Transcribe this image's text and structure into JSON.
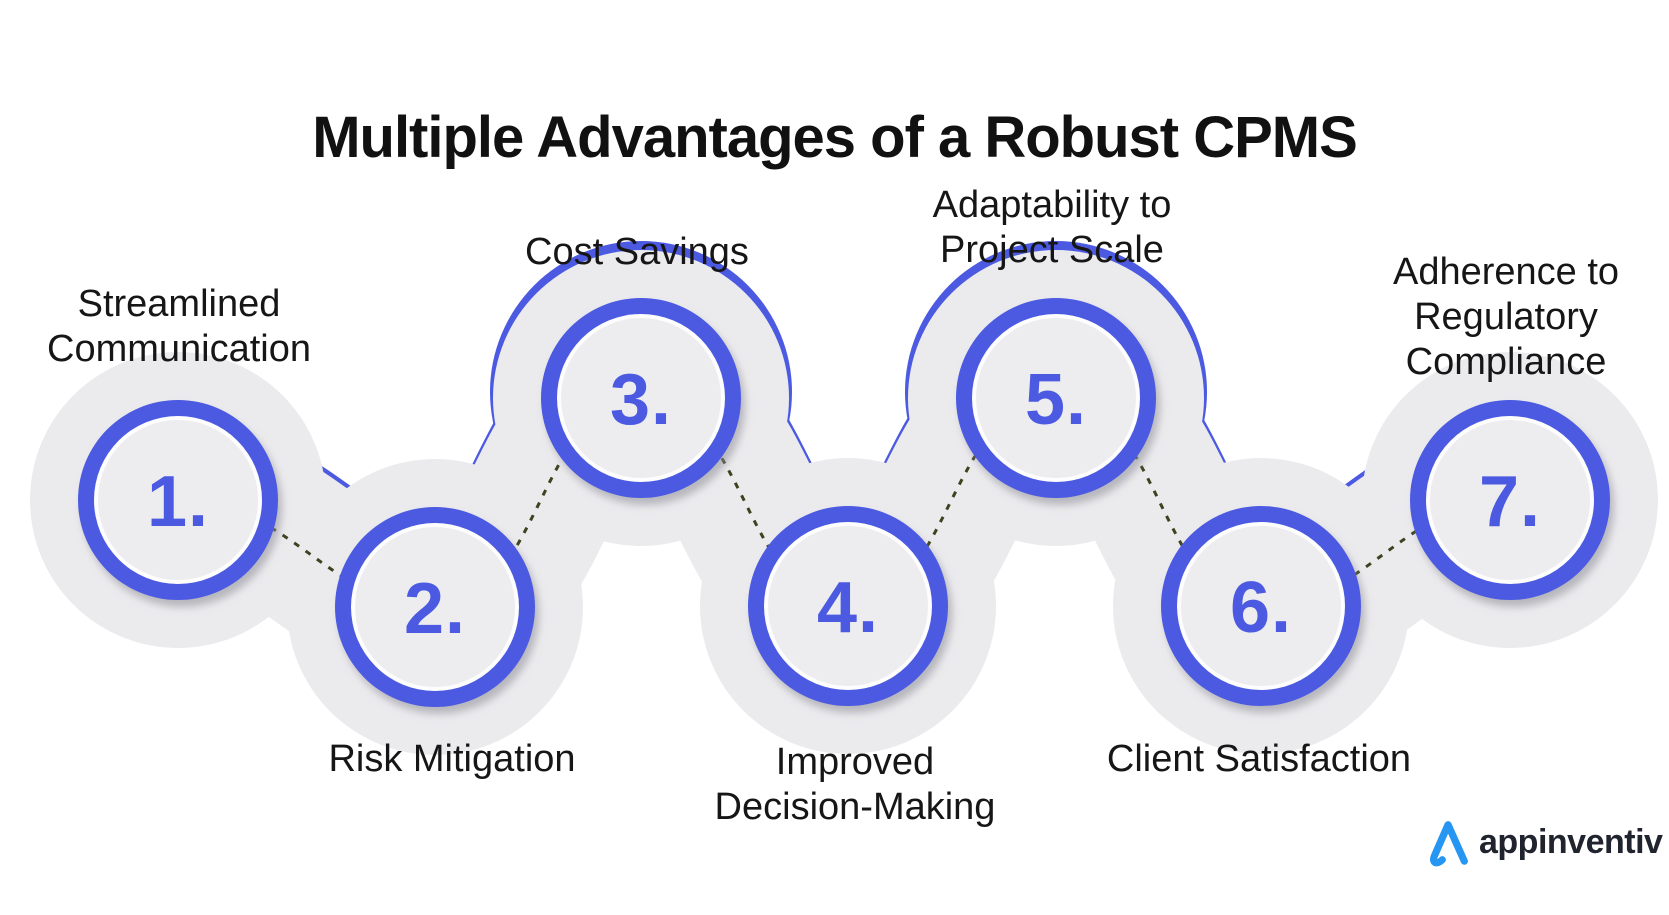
{
  "title": "Multiple Advantages of a Robust CPMS",
  "steps": [
    {
      "number": "1.",
      "label_lines": [
        "Streamlined",
        "Communication"
      ]
    },
    {
      "number": "2.",
      "label_lines": [
        "Risk Mitigation"
      ]
    },
    {
      "number": "3.",
      "label_lines": [
        "Cost Savings"
      ]
    },
    {
      "number": "4.",
      "label_lines": [
        "Improved",
        "Decision-Making"
      ]
    },
    {
      "number": "5.",
      "label_lines": [
        "Adaptability to",
        "Project Scale"
      ]
    },
    {
      "number": "6.",
      "label_lines": [
        "Client Satisfaction"
      ]
    },
    {
      "number": "7.",
      "label_lines": [
        "Adherence to",
        "Regulatory",
        "Compliance"
      ]
    }
  ],
  "logo": {
    "text": "appinventiv"
  },
  "colors": {
    "accent_blue": "#4b5ae1",
    "halo_gray": "#ebebee",
    "inner_gray": "#ededf0",
    "dotted_olive": "#3c441f",
    "title_black": "#111111",
    "logo_blue": "#2795f2",
    "logo_dark": "#20242e"
  }
}
